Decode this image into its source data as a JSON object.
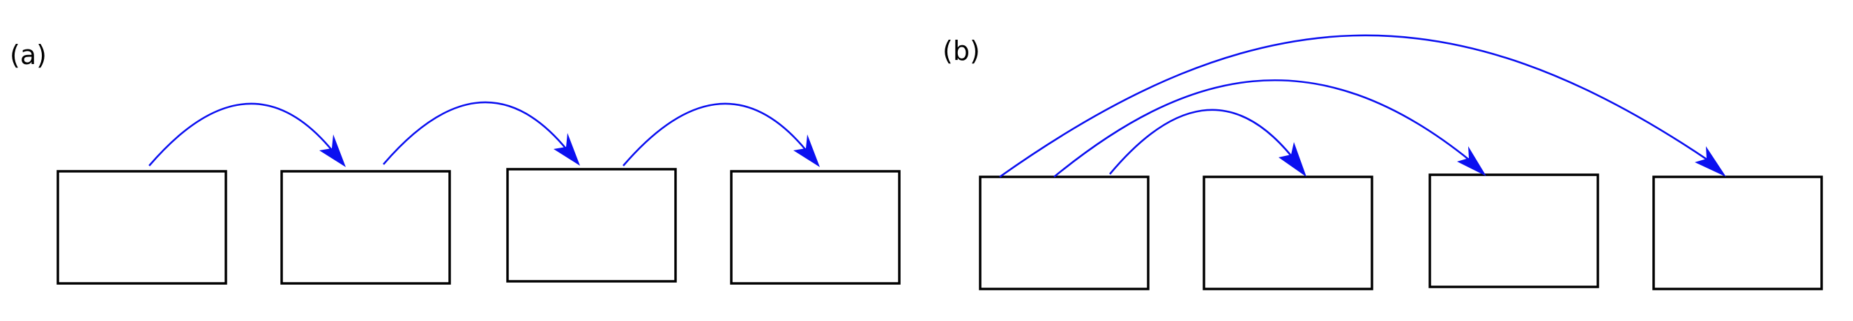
{
  "panels": [
    {
      "label": "(a)",
      "edges": [
        [
          0,
          1
        ],
        [
          1,
          2
        ],
        [
          2,
          3
        ]
      ]
    },
    {
      "label": "(b)",
      "edges": [
        [
          0,
          1
        ],
        [
          0,
          2
        ],
        [
          0,
          3
        ]
      ]
    }
  ],
  "colors": {
    "edge": "#0b10f0",
    "box_stroke": "#000000",
    "box_fill": "#ffffff"
  }
}
